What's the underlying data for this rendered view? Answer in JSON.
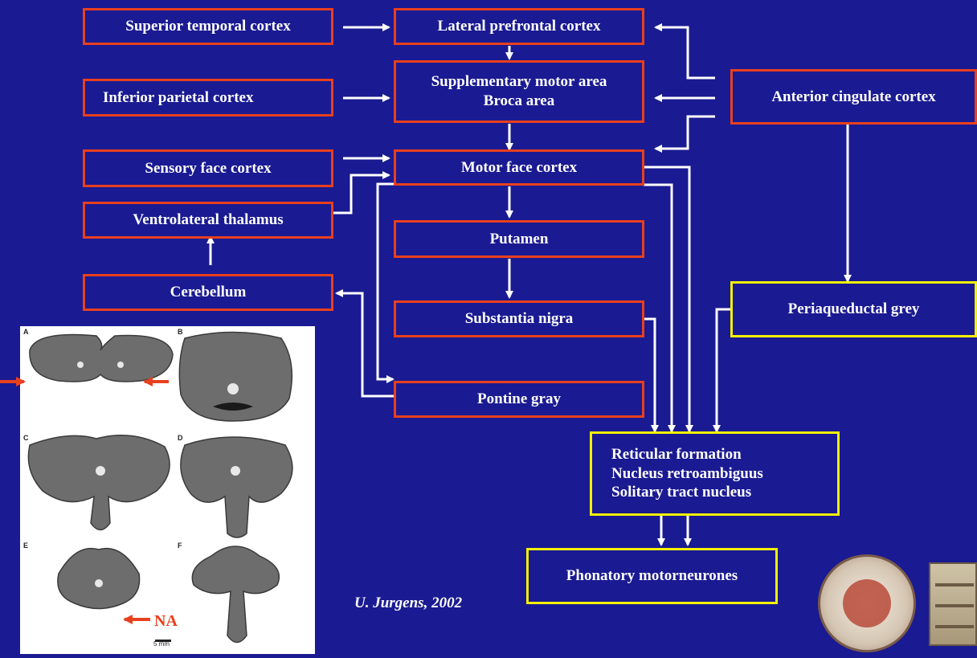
{
  "boxes": {
    "superior_temporal": "Superior temporal cortex",
    "lateral_prefrontal": "Lateral prefrontal cortex",
    "inferior_parietal": "Inferior parietal cortex",
    "sma": "Supplementary motor area",
    "broca": "Broca area",
    "anterior_cingulate": "Anterior cingulate cortex",
    "sensory_face": "Sensory face cortex",
    "motor_face": "Motor face cortex",
    "ventrolateral_thalamus": "Ventrolateral thalamus",
    "putamen": "Putamen",
    "cerebellum": "Cerebellum",
    "substantia_nigra": "Substantia nigra",
    "periaqueductal": "Periaqueductal grey",
    "pontine": "Pontine gray",
    "reticular": "Reticular formation",
    "retroambiguus": "Nucleus retroambiguus",
    "solitary": "Solitary tract nucleus",
    "phonatory": "Phonatory motorneurones"
  },
  "figure": {
    "panel_labels": [
      "A",
      "B",
      "C",
      "D",
      "E",
      "F"
    ],
    "na_label": "NA",
    "scale_label": "5 mm"
  },
  "credit": "U. Jurgens, 2002",
  "colors": {
    "background": "#1a1a92",
    "region_border": "#e8401e",
    "brainstem_border": "#f4f000",
    "arrow": "#ffffff"
  }
}
